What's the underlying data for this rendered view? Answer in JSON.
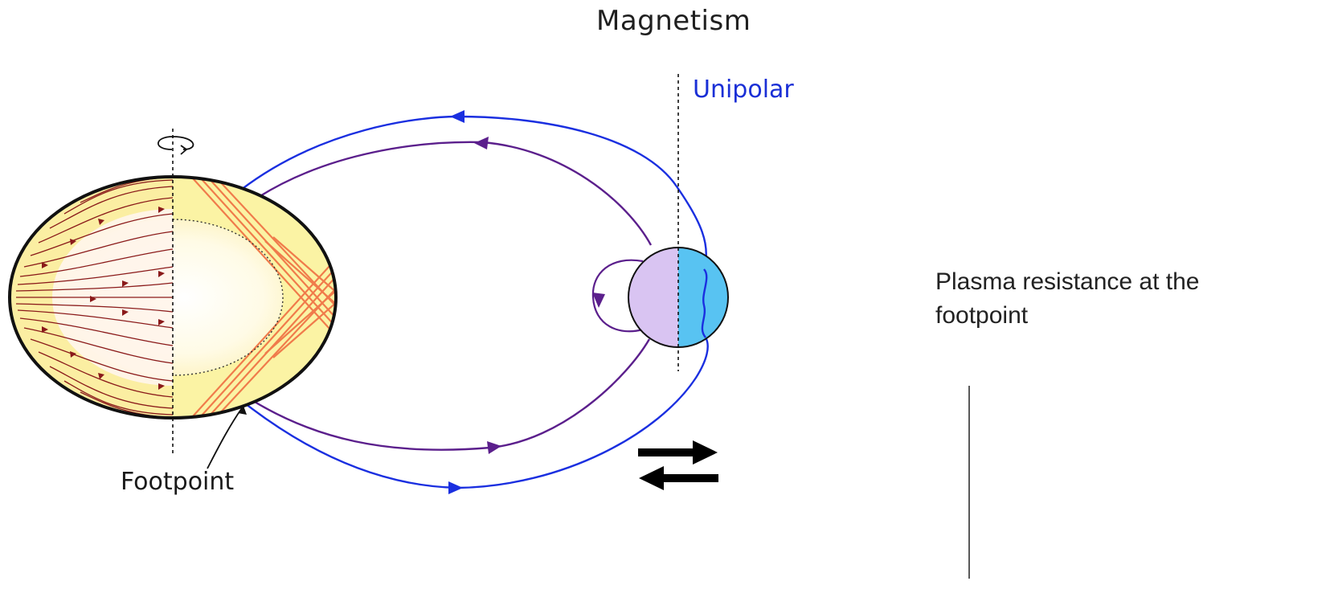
{
  "title": "Magnetism",
  "labels": {
    "unipolar": "Unipolar",
    "footpoint": "Footpoint"
  },
  "note": {
    "line1": "Plasma resistance at the",
    "line2": "footpoint"
  },
  "icons": [
    "rotation-arrow-icon",
    "exchange-arrows-icon",
    "field-direction-arrow-icon"
  ],
  "colors": {
    "outer_field_line": "#1a2fe0",
    "inner_field_line": "#5b1f8c",
    "planet_fill": "#fbf3a4",
    "planet_stripes": "#f07b4b",
    "planet_field_lines": "#8a1a1a",
    "moon_left": "#d9c4f2",
    "moon_right": "#58c3f2"
  }
}
